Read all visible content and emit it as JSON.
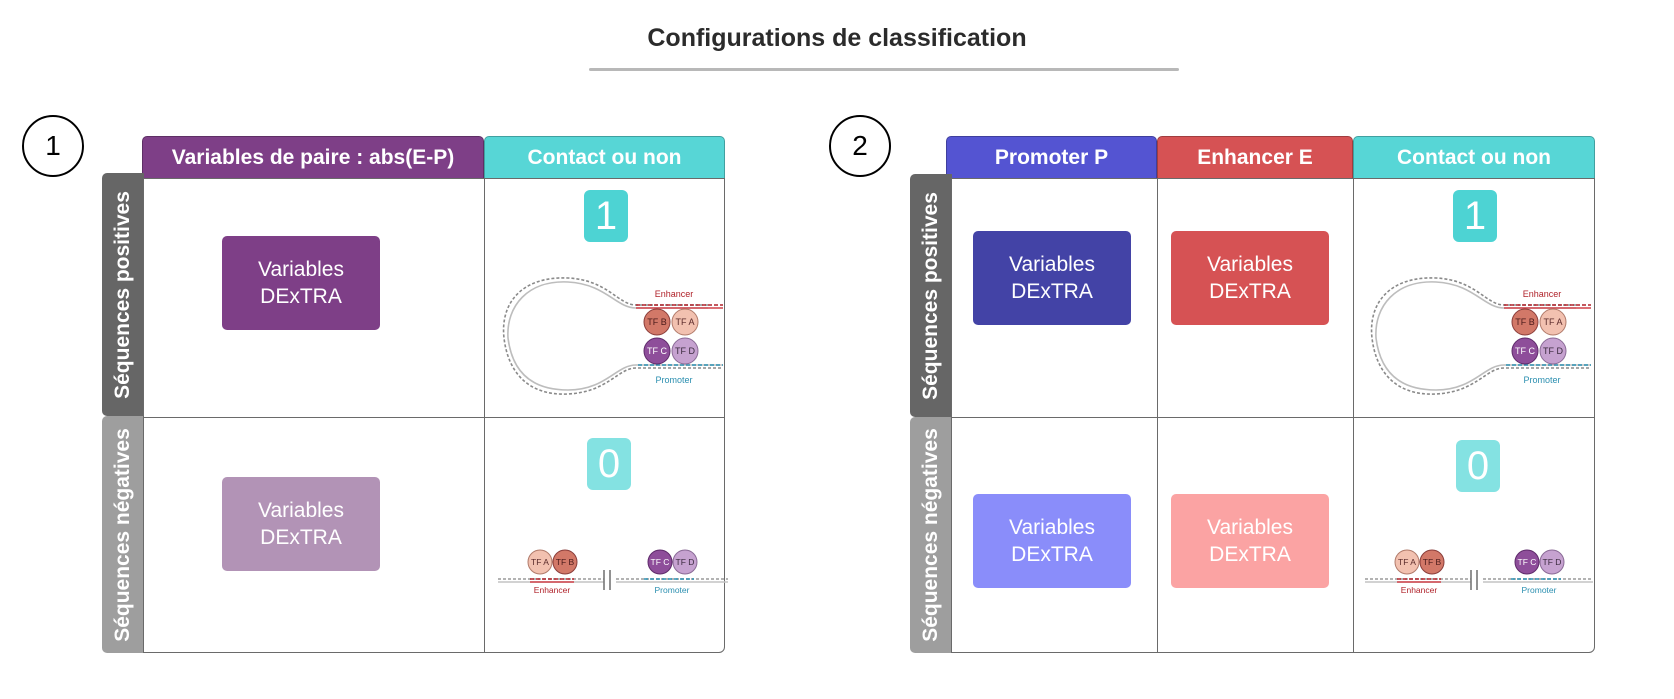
{
  "title": "Configurations de classification",
  "colors": {
    "pair_header": "#7e3f87",
    "promoter_header": "#5454d2",
    "enhancer_header": "#d65254",
    "contact_header": "#57d6d6",
    "positive_side": "#666666",
    "negative_side": "#9e9e9e",
    "pair_pos": "#7e3f87",
    "pair_neg": "#b293b6",
    "promoter_pos": "#4343a6",
    "promoter_neg": "#8a8dfa",
    "enhancer_pos": "#d65254",
    "enhancer_neg": "#fba3a3",
    "badge_pos": "#4dd3d3",
    "badge_neg": "#84e2e2"
  },
  "config1": {
    "number": "1",
    "headers": {
      "pair": "Variables de paire : abs(E-P)",
      "contact": "Contact ou non"
    },
    "rows": {
      "positive": "Séquences positives",
      "negative": "Séquences négatives"
    },
    "pos_box": "Variables DExTRA",
    "neg_box": "Variables DExTRA",
    "pos_label": "1",
    "neg_label": "0"
  },
  "config2": {
    "number": "2",
    "headers": {
      "promoter": "Promoter P",
      "enhancer": "Enhancer E",
      "contact": "Contact ou non"
    },
    "rows": {
      "positive": "Séquences positives",
      "negative": "Séquences négatives"
    },
    "promoter_pos_box": "Variables DExTRA",
    "enhancer_pos_box": "Variables DExTRA",
    "promoter_neg_box": "Variables DExTRA",
    "enhancer_neg_box": "Variables DExTRA",
    "pos_label": "1",
    "neg_label": "0"
  },
  "illustration": {
    "enhancer": "Enhancer",
    "promoter": "Promoter",
    "tfa": "TF A",
    "tfb": "TF B",
    "tfc": "TF C",
    "tfd": "TF D"
  }
}
